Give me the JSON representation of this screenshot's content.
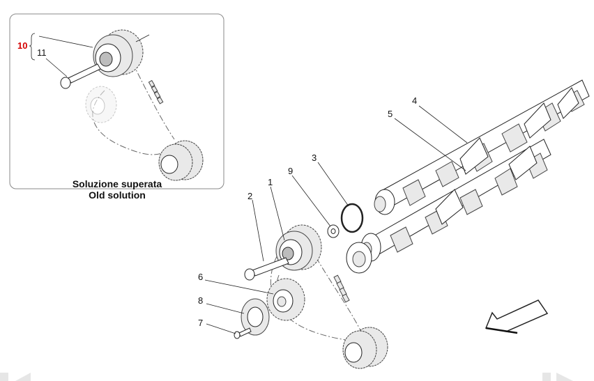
{
  "inset": {
    "caption_line1": "Soluzione superata",
    "caption_line2": "Old solution",
    "callouts": [
      {
        "id": "inset-10",
        "label": "10",
        "color": "#d40000"
      },
      {
        "id": "inset-11",
        "label": "11",
        "color": "#111111"
      }
    ]
  },
  "main_callouts": [
    {
      "id": "c1",
      "label": "1"
    },
    {
      "id": "c2",
      "label": "2"
    },
    {
      "id": "c3",
      "label": "3"
    },
    {
      "id": "c4",
      "label": "4"
    },
    {
      "id": "c5",
      "label": "5"
    },
    {
      "id": "c6",
      "label": "6"
    },
    {
      "id": "c7",
      "label": "7"
    },
    {
      "id": "c8",
      "label": "8"
    },
    {
      "id": "c9",
      "label": "9"
    }
  ],
  "icons": {
    "direction_arrow": "arrow-front-icon",
    "nav_prev": "nav-prev-icon",
    "nav_next": "nav-next-icon"
  }
}
